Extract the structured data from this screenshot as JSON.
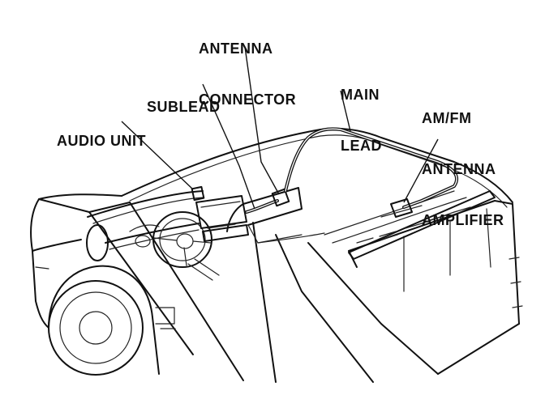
{
  "labels": {
    "antenna_connector": [
      "ANTENNA",
      "CONNECTOR"
    ],
    "sublead": "SUBLEAD",
    "main_lead": [
      "MAIN",
      "LEAD"
    ],
    "audio_unit": "AUDIO UNIT",
    "antenna_amplifier": [
      "AM/FM",
      "ANTENNA",
      "AMPLIFIER"
    ]
  }
}
